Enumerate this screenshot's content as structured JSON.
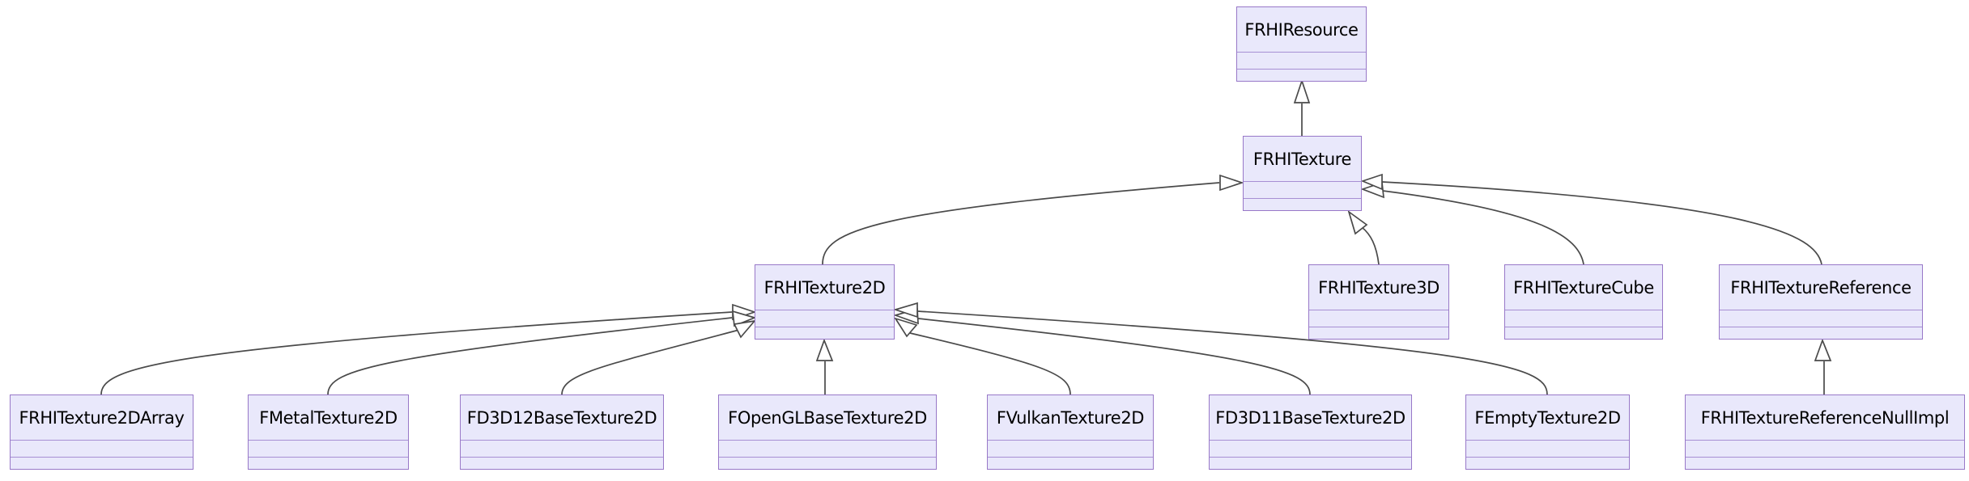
{
  "diagram": {
    "type": "uml-class-inheritance",
    "nodes": [
      {
        "id": "FRHIResource",
        "label": "FRHIResource"
      },
      {
        "id": "FRHITexture",
        "label": "FRHITexture"
      },
      {
        "id": "FRHITexture2D",
        "label": "FRHITexture2D"
      },
      {
        "id": "FRHITexture3D",
        "label": "FRHITexture3D"
      },
      {
        "id": "FRHITextureCube",
        "label": "FRHITextureCube"
      },
      {
        "id": "FRHITextureReference",
        "label": "FRHITextureReference"
      },
      {
        "id": "FRHITexture2DArray",
        "label": "FRHITexture2DArray"
      },
      {
        "id": "FMetalTexture2D",
        "label": "FMetalTexture2D"
      },
      {
        "id": "FD3D12BaseTexture2D",
        "label": "FD3D12BaseTexture2D"
      },
      {
        "id": "FOpenGLBaseTexture2D",
        "label": "FOpenGLBaseTexture2D"
      },
      {
        "id": "FVulkanTexture2D",
        "label": "FVulkanTexture2D"
      },
      {
        "id": "FD3D11BaseTexture2D",
        "label": "FD3D11BaseTexture2D"
      },
      {
        "id": "FEmptyTexture2D",
        "label": "FEmptyTexture2D"
      },
      {
        "id": "FRHITextureReferenceNullImpl",
        "label": "FRHITextureReferenceNullImpl"
      }
    ],
    "edges": [
      {
        "from": "FRHITexture",
        "to": "FRHIResource",
        "type": "inheritance"
      },
      {
        "from": "FRHITexture2D",
        "to": "FRHITexture",
        "type": "inheritance"
      },
      {
        "from": "FRHITexture3D",
        "to": "FRHITexture",
        "type": "inheritance"
      },
      {
        "from": "FRHITextureCube",
        "to": "FRHITexture",
        "type": "inheritance"
      },
      {
        "from": "FRHITextureReference",
        "to": "FRHITexture",
        "type": "inheritance"
      },
      {
        "from": "FRHITexture2DArray",
        "to": "FRHITexture2D",
        "type": "inheritance"
      },
      {
        "from": "FMetalTexture2D",
        "to": "FRHITexture2D",
        "type": "inheritance"
      },
      {
        "from": "FD3D12BaseTexture2D",
        "to": "FRHITexture2D",
        "type": "inheritance"
      },
      {
        "from": "FOpenGLBaseTexture2D",
        "to": "FRHITexture2D",
        "type": "inheritance"
      },
      {
        "from": "FVulkanTexture2D",
        "to": "FRHITexture2D",
        "type": "inheritance"
      },
      {
        "from": "FD3D11BaseTexture2D",
        "to": "FRHITexture2D",
        "type": "inheritance"
      },
      {
        "from": "FEmptyTexture2D",
        "to": "FRHITexture2D",
        "type": "inheritance"
      },
      {
        "from": "FRHITextureReferenceNullImpl",
        "to": "FRHITextureReference",
        "type": "inheritance"
      }
    ],
    "colors": {
      "node_fill": "#E9E8FB",
      "node_border": "#9878C8",
      "node_divider": "#A78FD4",
      "edge_color": "#4A4A4A",
      "text_color": "#000000",
      "bg_color": "#FFFFFF"
    }
  }
}
